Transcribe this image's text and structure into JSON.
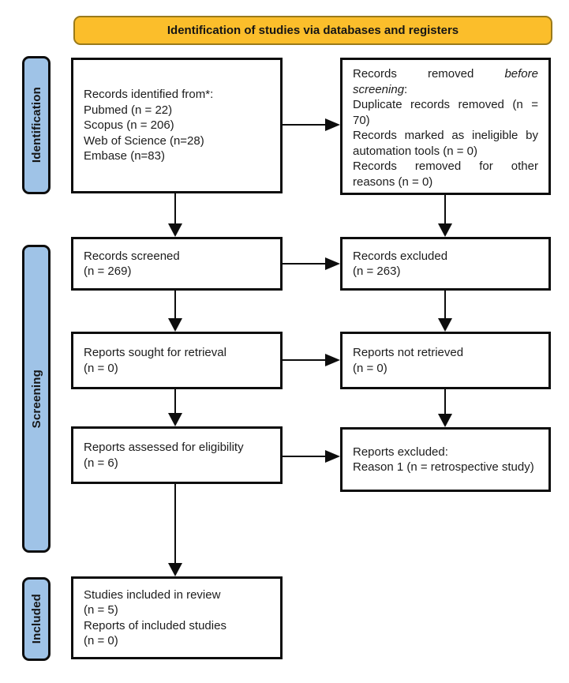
{
  "banner": {
    "label": "Identification of studies via databases and registers"
  },
  "stages": {
    "identification": "Identification",
    "screening": "Screening",
    "included": "Included"
  },
  "boxes": {
    "records_identified": {
      "lines": [
        "Records identified from*:",
        "Pubmed (n = 22)",
        "Scopus (n = 206)",
        "Web of Science (n=28)",
        "Embase (n=83)"
      ]
    },
    "records_removed": {
      "line1_pre": "Records removed ",
      "line1_italic": "before screening",
      "line1_post": ":",
      "items": [
        "Duplicate records removed (n = 70)",
        "Records marked as ineligible by automation tools (n = 0)",
        "Records removed for other reasons (n = 0)"
      ]
    },
    "records_screened": {
      "lines": [
        "Records screened",
        "(n = 269)"
      ]
    },
    "records_excluded": {
      "lines": [
        "Records excluded",
        "(n = 263)"
      ]
    },
    "reports_sought": {
      "lines": [
        "Reports sought for retrieval",
        "(n = 0)"
      ]
    },
    "reports_not_retrieved": {
      "lines": [
        "Reports not retrieved",
        "(n = 0)"
      ]
    },
    "reports_assessed": {
      "lines": [
        "Reports assessed for eligibility",
        "(n = 6)"
      ]
    },
    "reports_excluded": {
      "lines": [
        "Reports excluded:",
        "Reason 1 (n = retrospective study)"
      ]
    },
    "studies_included": {
      "lines": [
        "Studies included in review",
        "(n = 5)",
        "Reports of included studies",
        "(n = 0)"
      ]
    }
  },
  "colors": {
    "banner_fill": "#FBBE2B",
    "banner_border": "#9A7A1A",
    "stage_fill": "#9FC3E7",
    "line_color": "#0d0d0d"
  }
}
